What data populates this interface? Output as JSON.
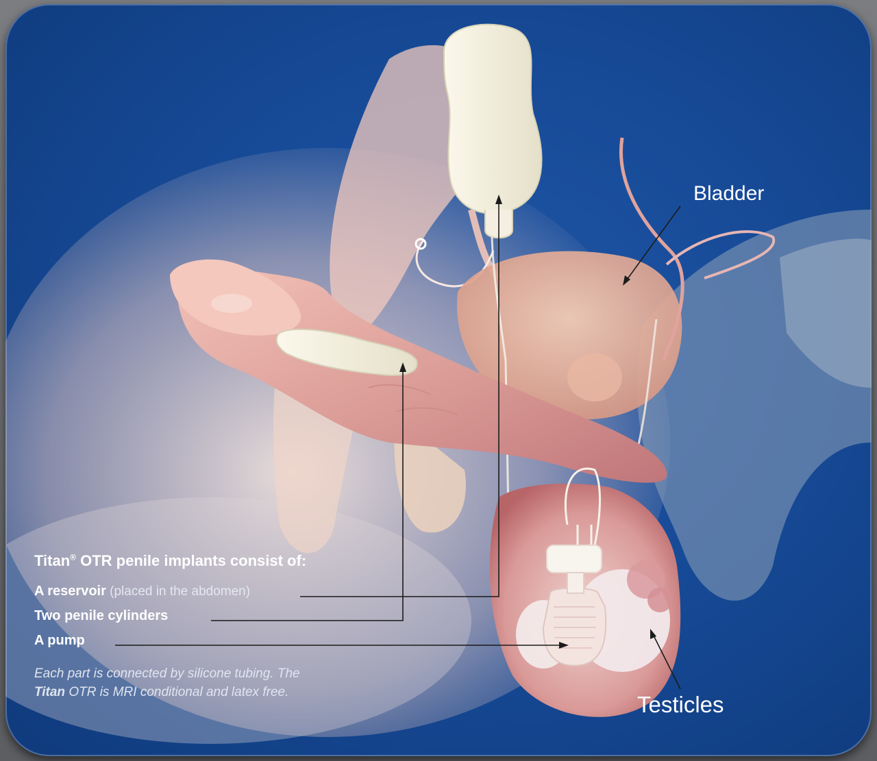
{
  "labels": {
    "bladder": "Bladder",
    "testicles": "Testicles"
  },
  "legend": {
    "title_brand": "Titan",
    "title_mark": "®",
    "title_rest": " OTR penile implants consist of:",
    "parts": [
      {
        "name": "A reservoir",
        "note": " (placed in the abdomen)"
      },
      {
        "name": "Two penile cylinders",
        "note": ""
      },
      {
        "name": "A pump",
        "note": ""
      }
    ],
    "footnote_line1": "Each part is connected by silicone tubing. The",
    "footnote_brand": "Titan",
    "footnote_rest": " OTR is MRI conditional and latex free."
  },
  "colors": {
    "background": "#174b98",
    "frame": "#6b6c6f",
    "tissue": "#e8a9a0",
    "implant": "#f1eedf",
    "leader_line": "#1b1b1b"
  }
}
